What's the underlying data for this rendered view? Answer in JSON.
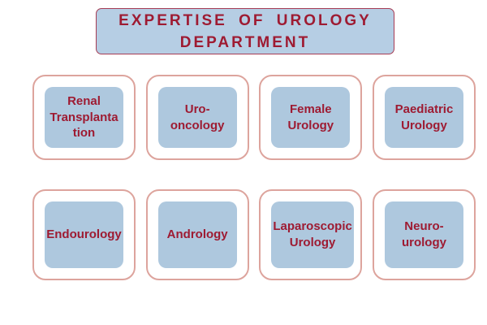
{
  "page": {
    "background_color": "#ffffff"
  },
  "title": {
    "text": "EXPERTISE OF UROLOGY\nDEPARTMENT",
    "fill_color": "#b6cee4",
    "border_color": "#a63d55",
    "text_color": "#9e1b32"
  },
  "cards": {
    "outer_border_color": "#dda49d",
    "inner_fill_color": "#aec8de",
    "text_color": "#9e1b32",
    "rows": [
      {
        "items": [
          {
            "label": "Renal\nTransplanta\ntion"
          },
          {
            "label": "Uro-oncology"
          },
          {
            "label": "Female\nUrology"
          },
          {
            "label": "Paediatric\nUrology"
          }
        ]
      },
      {
        "items": [
          {
            "label": "Endourology"
          },
          {
            "label": "Andrology"
          },
          {
            "label": "Laparoscopic\nUrology"
          },
          {
            "label": "Neuro-\nurology"
          }
        ]
      }
    ]
  }
}
